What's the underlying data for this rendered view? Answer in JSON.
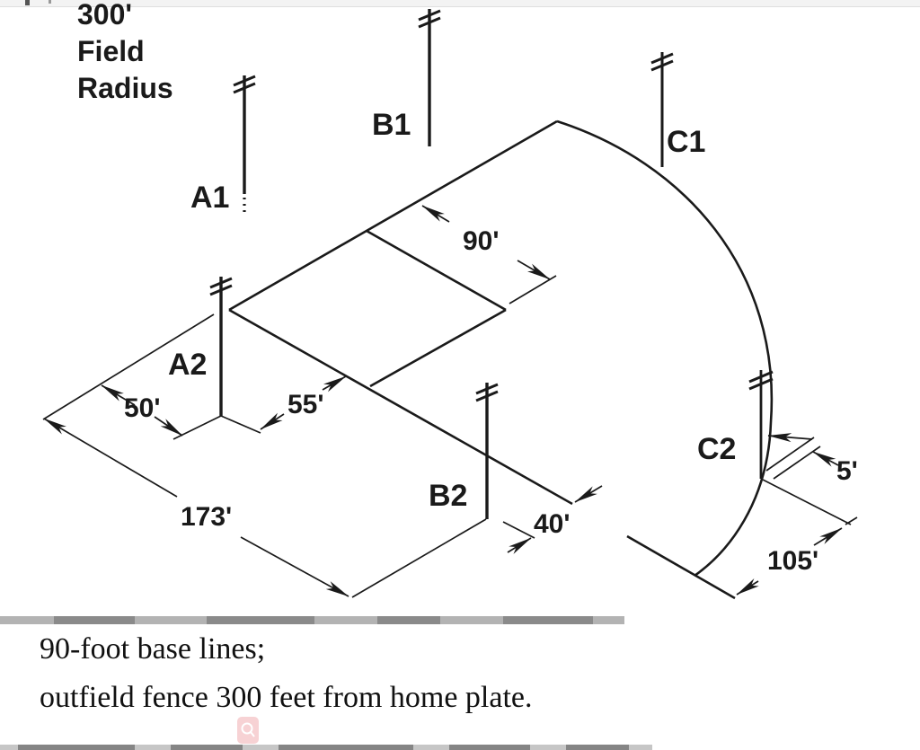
{
  "diagram": {
    "ink_color": "#1a1a1a",
    "zoom_button_color": "#f5c3c6",
    "field_note_line1": "300'",
    "field_note_line2": "Field",
    "field_note_line3": "Radius",
    "poles": {
      "a1": "A1",
      "b1": "B1",
      "c1": "C1",
      "a2": "A2",
      "b2": "B2",
      "c2": "C2"
    },
    "dims": {
      "d90": "90'",
      "d50": "50'",
      "d55": "55'",
      "d173": "173'",
      "d40": "40'",
      "d105": "105'",
      "d5": "5'"
    },
    "caption_line1": "90-foot base lines;",
    "caption_line2": "outfield fence 300 feet from home plate."
  }
}
